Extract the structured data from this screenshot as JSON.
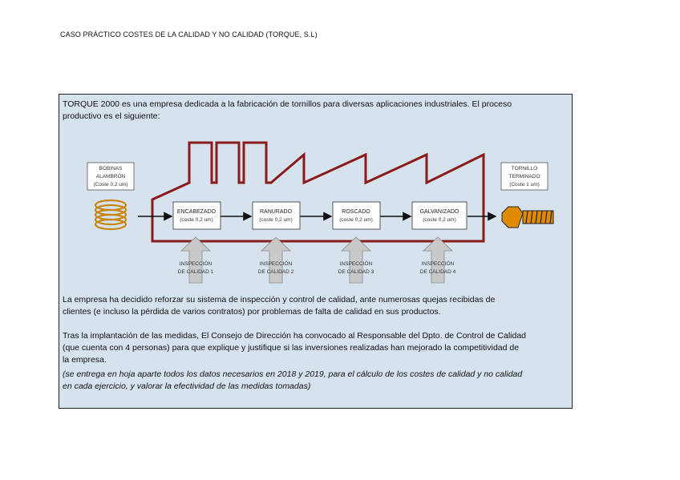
{
  "header": {
    "title": "CASO PRÁCTICO COSTES DE LA CALIDAD Y NO CALIDAD (TORQUE, S.L)"
  },
  "intro": {
    "line1": "TORQUE 2000 es una empresa dedicada a la fabricación de tornillos para diversas aplicaciones industriales. El proceso",
    "line2": "productivo es el siguiente:"
  },
  "diagram": {
    "input": {
      "line1": "BOBINAS",
      "line2": "ALAMBRÓN",
      "line3": "(Coste 0,2 um)"
    },
    "output": {
      "line1": "TORNILLO",
      "line2": "TERMINADO",
      "line3": "(Coste 1 um)"
    },
    "steps": [
      {
        "name": "ENCABEZADO",
        "cost": "(coste 0,2 um)"
      },
      {
        "name": "RANURADO",
        "cost": "(coste 0,2 um)"
      },
      {
        "name": "ROSCADO",
        "cost": "(coste 0,2 um)"
      },
      {
        "name": "GALVANIZADO",
        "cost": "(coste 0,2 um)"
      }
    ],
    "inspections": [
      {
        "line1": "INSPECCIÓN",
        "line2": "DE CALIDAD 1"
      },
      {
        "line1": "INSPECCIÓN",
        "line2": "DE CALIDAD 2"
      },
      {
        "line1": "INSPECCIÓN",
        "line2": "DE CALIDAD 3"
      },
      {
        "line1": "INSPECCIÓN",
        "line2": "DE CALIDAD 4"
      }
    ],
    "colors": {
      "factory": "#8b1a1a",
      "coil": "#c8860f",
      "bolt": "#e08a00",
      "box_fill": "#ffffff",
      "inspection_fill": "#c9c9c9"
    }
  },
  "paragraph2": {
    "line1": "La empresa ha decidido reforzar su sistema de inspección y control de calidad, ante numerosas quejas recibidas de",
    "line2": "clientes (e incluso la pérdida de varios contratos) por problemas de falta de calidad en sus productos."
  },
  "paragraph3": {
    "line1": "Tras la implantación de las medidas, El Consejo de Dirección ha convocado al Responsable del Dpto. de Control de Calidad",
    "line2": "(que cuenta con 4 personas) para que explique y justifique si las inversiones realizadas han mejorado la competitividad de",
    "line3": "la empresa."
  },
  "note": {
    "line1": "(se entrega en hoja aparte todos los datos necesarios en 2018 y 2019, para el cálculo de los costes de calidad y no calidad",
    "line2": "en cada ejercicio, y valorar la efectividad de las medidas tomadas)"
  }
}
